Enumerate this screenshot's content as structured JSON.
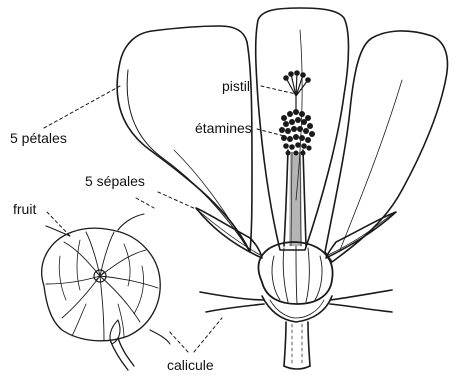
{
  "labels": {
    "pistil": "pistil",
    "stamens": "étamines",
    "petals": "5 pétales",
    "sepals": "5 sépales",
    "fruit": "fruit",
    "epicalyx": "calicule"
  },
  "colors": {
    "ink": "#1a1a1a",
    "paper": "#ffffff"
  }
}
